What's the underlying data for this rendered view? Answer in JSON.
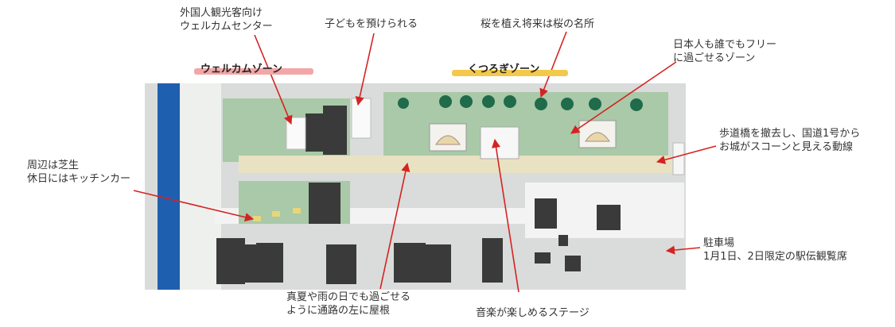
{
  "zones": {
    "welcome": {
      "label": "ウェルカムゾーン",
      "underline_color": "#f2a6a6"
    },
    "relax": {
      "label": "くつろぎゾーン",
      "underline_color": "#f3c94b"
    }
  },
  "annotations": {
    "welcome_center": [
      "外国人観光客向け",
      "ウェルカムセンター"
    ],
    "childcare": [
      "子どもを預けられる"
    ],
    "cherry": [
      "桜を植え将来は桜の名所"
    ],
    "free_zone": [
      "日本人も誰でもフリー",
      "に過ごせるゾーン"
    ],
    "lawn": [
      "周辺は芝生",
      "休日にはキッチンカー"
    ],
    "bridge": [
      "歩道橋を撤去し、国道1号から",
      "お城がスコーンと見える動線"
    ],
    "parking": [
      "駐車場",
      "1月1日、2日限定の駅伝観覧席"
    ],
    "roof": [
      "真夏や雨の日でも過ごせる",
      "ように通路の左に屋根"
    ],
    "stage": [
      "音楽が楽しめるステージ"
    ]
  },
  "colors": {
    "arrow": "#d62222",
    "water": "#1f5fb0",
    "lawn": "#a9c9a8",
    "tree": "#1f6b4a",
    "building": "#3a3a3a",
    "path": "#e9e2c2"
  }
}
